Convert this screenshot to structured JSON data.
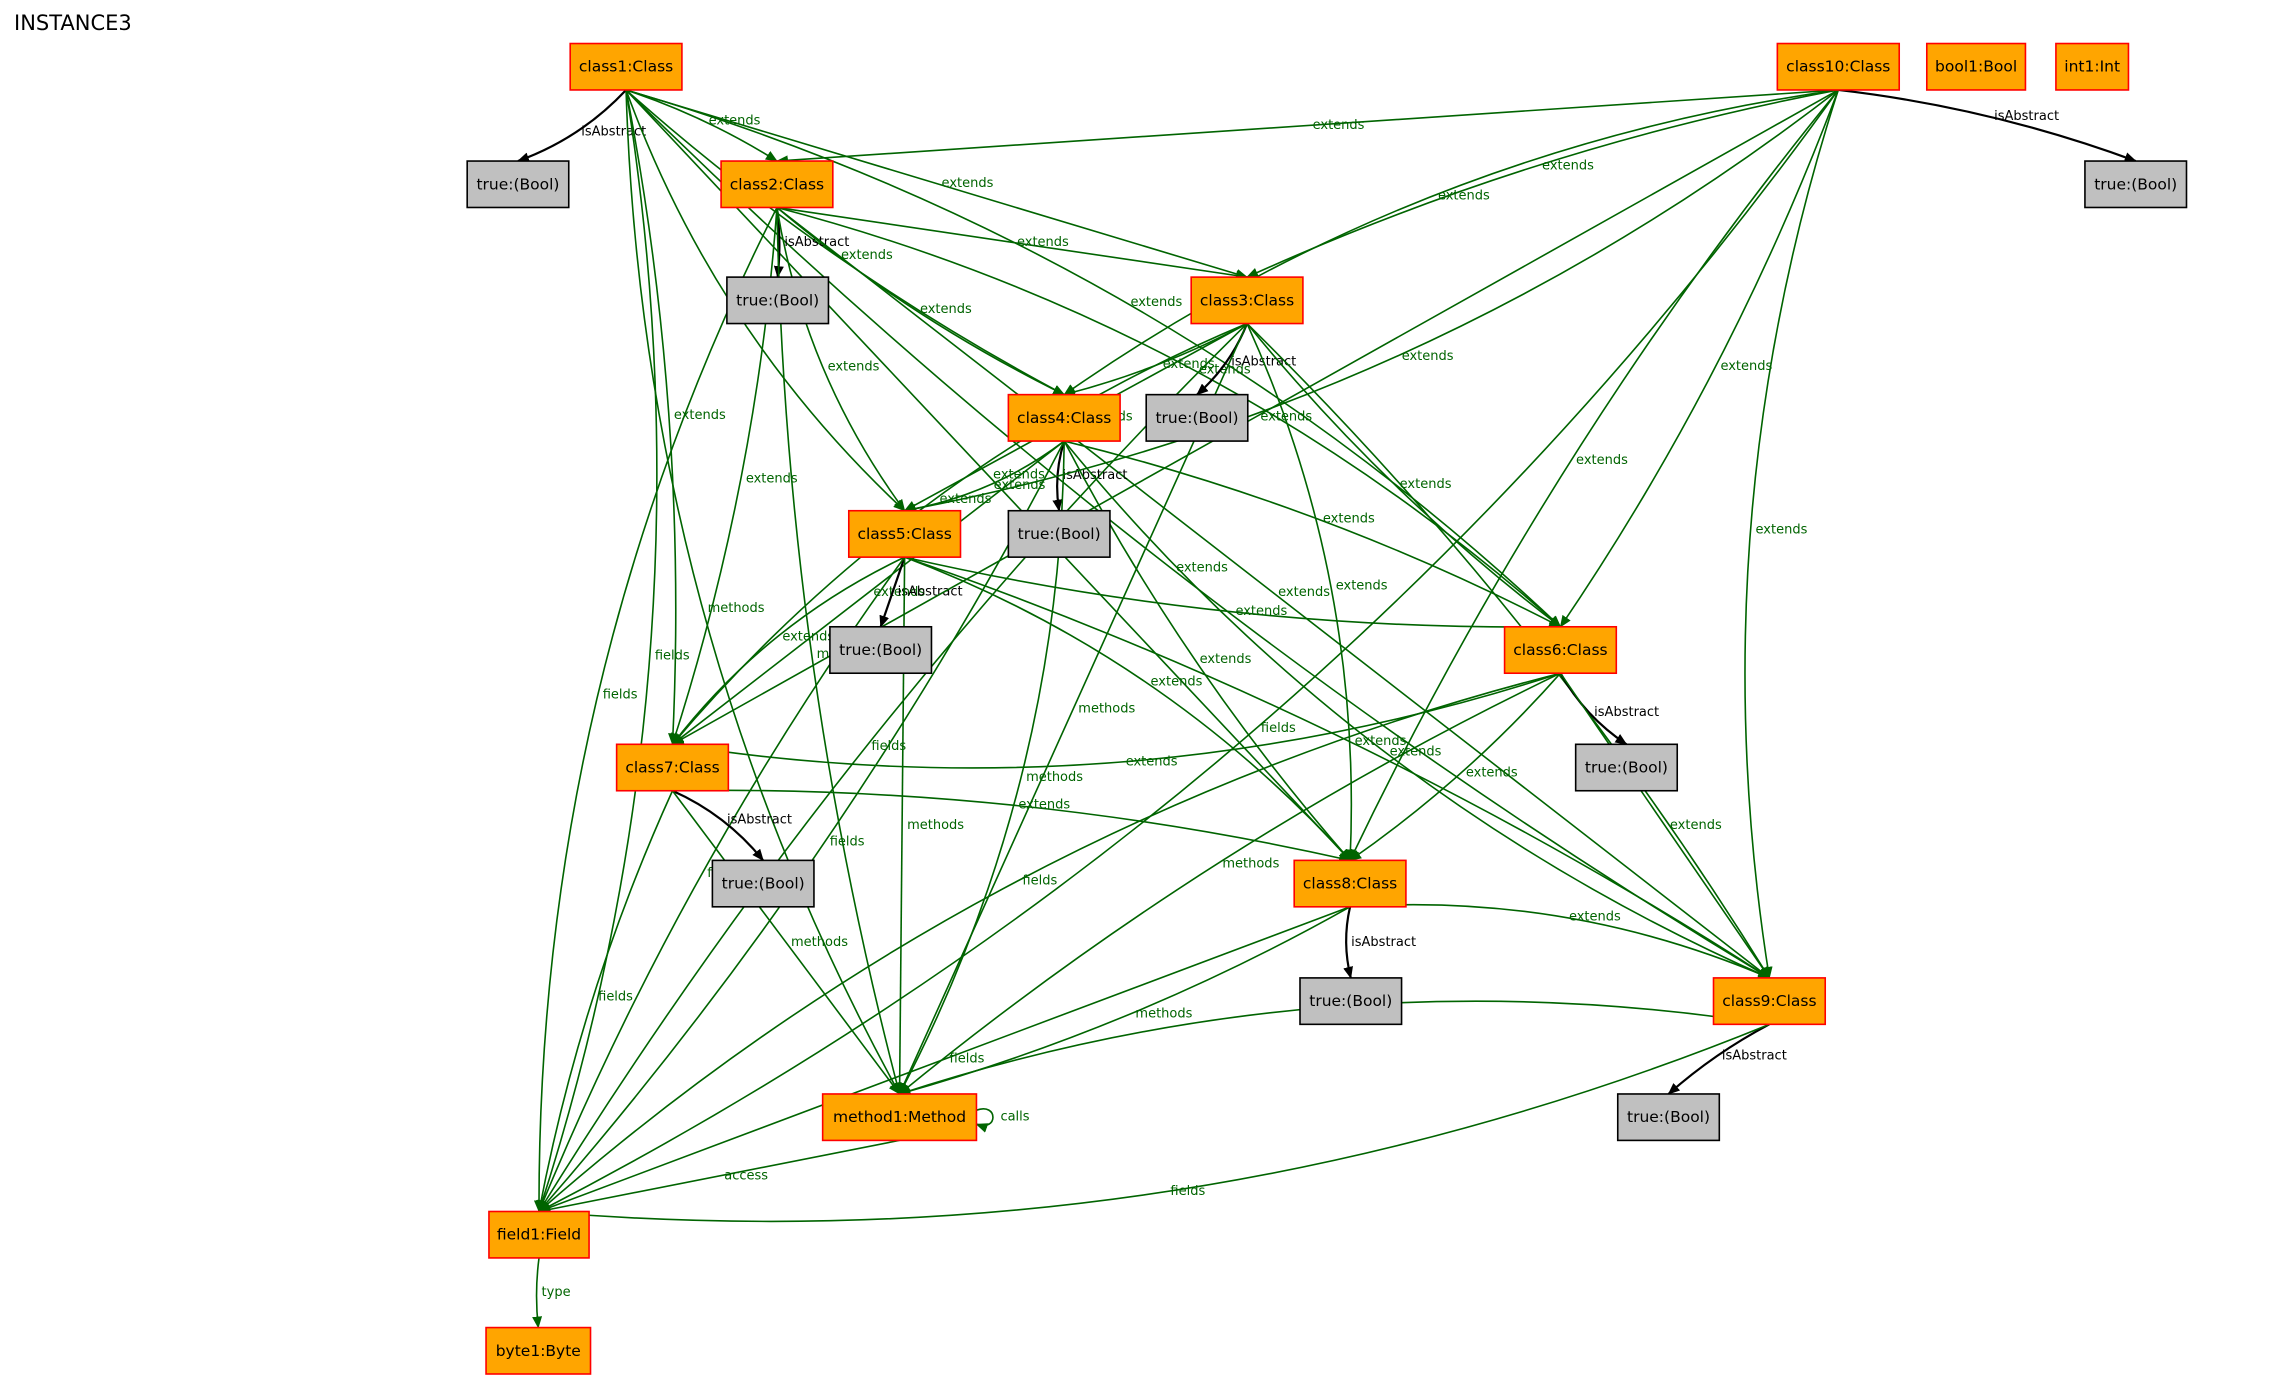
{
  "title": "INSTANCE3",
  "colors": {
    "class_fill": "#ffa500",
    "class_stroke": "#ff0000",
    "value_fill": "#c0c0c0",
    "value_stroke": "#000000",
    "relation_edge": "#006400",
    "attribute_edge": "#000000"
  },
  "nodes": {
    "class1": "class1:Class",
    "class2": "class2:Class",
    "class3": "class3:Class",
    "class4": "class4:Class",
    "class5": "class5:Class",
    "class6": "class6:Class",
    "class7": "class7:Class",
    "class8": "class8:Class",
    "class9": "class9:Class",
    "class10": "class10:Class",
    "bool1": "bool1:Bool",
    "int1": "int1:Int",
    "method1": "method1:Method",
    "field1": "field1:Field",
    "byte1": "byte1:Byte",
    "t1": "true:(Bool)",
    "t2": "true:(Bool)",
    "t3": "true:(Bool)",
    "t4": "true:(Bool)",
    "t5": "true:(Bool)",
    "t6": "true:(Bool)",
    "t7": "true:(Bool)",
    "t8": "true:(Bool)",
    "t9": "true:(Bool)",
    "t10": "true:(Bool)"
  },
  "edges": [
    {
      "from": "class1",
      "to": "t1",
      "label": "isAbstract"
    },
    {
      "from": "class1",
      "to": "class2",
      "label": "extends"
    },
    {
      "from": "class1",
      "to": "class3",
      "label": "extends"
    },
    {
      "from": "class1",
      "to": "class4",
      "label": "extends"
    },
    {
      "from": "class1",
      "to": "class5",
      "label": "extends"
    },
    {
      "from": "class1",
      "to": "class6",
      "label": "extends"
    },
    {
      "from": "class1",
      "to": "class7",
      "label": "extends"
    },
    {
      "from": "class1",
      "to": "class8",
      "label": "extends"
    },
    {
      "from": "class1",
      "to": "class9",
      "label": "extends"
    },
    {
      "from": "class1",
      "to": "method1",
      "label": "methods"
    },
    {
      "from": "class1",
      "to": "field1",
      "label": "fields"
    },
    {
      "from": "class2",
      "to": "t2",
      "label": "isAbstract"
    },
    {
      "from": "class2",
      "to": "class3",
      "label": "extends"
    },
    {
      "from": "class2",
      "to": "class4",
      "label": "extends"
    },
    {
      "from": "class2",
      "to": "class5",
      "label": "extends"
    },
    {
      "from": "class2",
      "to": "class6",
      "label": "extends"
    },
    {
      "from": "class2",
      "to": "class7",
      "label": "extends"
    },
    {
      "from": "class2",
      "to": "class9",
      "label": "extends"
    },
    {
      "from": "class2",
      "to": "method1",
      "label": "methods"
    },
    {
      "from": "class2",
      "to": "field1",
      "label": "fields"
    },
    {
      "from": "class3",
      "to": "t3",
      "label": "isAbstract"
    },
    {
      "from": "class3",
      "to": "class4",
      "label": "extends"
    },
    {
      "from": "class3",
      "to": "class5",
      "label": "extends"
    },
    {
      "from": "class3",
      "to": "class6",
      "label": "extends"
    },
    {
      "from": "class3",
      "to": "class7",
      "label": "extends"
    },
    {
      "from": "class3",
      "to": "class8",
      "label": "extends"
    },
    {
      "from": "class3",
      "to": "class9",
      "label": "extends"
    },
    {
      "from": "class3",
      "to": "method1",
      "label": "methods"
    },
    {
      "from": "class3",
      "to": "field1",
      "label": "fields"
    },
    {
      "from": "class4",
      "to": "t4",
      "label": "isAbstract"
    },
    {
      "from": "class4",
      "to": "class5",
      "label": "extends"
    },
    {
      "from": "class4",
      "to": "class6",
      "label": "extends"
    },
    {
      "from": "class4",
      "to": "class7",
      "label": "extends"
    },
    {
      "from": "class4",
      "to": "class8",
      "label": "extends"
    },
    {
      "from": "class4",
      "to": "class9",
      "label": "extends"
    },
    {
      "from": "class4",
      "to": "method1",
      "label": "methods"
    },
    {
      "from": "class4",
      "to": "field1",
      "label": "fields"
    },
    {
      "from": "class5",
      "to": "t5",
      "label": "isAbstract"
    },
    {
      "from": "class5",
      "to": "class6",
      "label": "extends"
    },
    {
      "from": "class5",
      "to": "class7",
      "label": "extends"
    },
    {
      "from": "class5",
      "to": "class8",
      "label": "extends"
    },
    {
      "from": "class5",
      "to": "class9",
      "label": "extends"
    },
    {
      "from": "class5",
      "to": "method1",
      "label": "methods"
    },
    {
      "from": "class5",
      "to": "field1",
      "label": "fields"
    },
    {
      "from": "class6",
      "to": "t6",
      "label": "isAbstract"
    },
    {
      "from": "class6",
      "to": "class7",
      "label": "extends"
    },
    {
      "from": "class6",
      "to": "class8",
      "label": "extends"
    },
    {
      "from": "class6",
      "to": "class9",
      "label": "extends"
    },
    {
      "from": "class6",
      "to": "method1",
      "label": "methods"
    },
    {
      "from": "class6",
      "to": "field1",
      "label": "fields"
    },
    {
      "from": "class7",
      "to": "t7",
      "label": "isAbstract"
    },
    {
      "from": "class7",
      "to": "class8",
      "label": "extends"
    },
    {
      "from": "class7",
      "to": "method1",
      "label": "methods"
    },
    {
      "from": "class7",
      "to": "field1",
      "label": "fields"
    },
    {
      "from": "class8",
      "to": "t8",
      "label": "isAbstract"
    },
    {
      "from": "class8",
      "to": "class9",
      "label": "extends"
    },
    {
      "from": "class8",
      "to": "method1",
      "label": "methods"
    },
    {
      "from": "class8",
      "to": "field1",
      "label": "fields"
    },
    {
      "from": "class9",
      "to": "t9",
      "label": "isAbstract"
    },
    {
      "from": "class9",
      "to": "method1",
      "label": "methods"
    },
    {
      "from": "class9",
      "to": "field1",
      "label": "fields"
    },
    {
      "from": "class10",
      "to": "t10",
      "label": "isAbstract"
    },
    {
      "from": "class10",
      "to": "class2",
      "label": "extends"
    },
    {
      "from": "class10",
      "to": "class3",
      "label": "extends"
    },
    {
      "from": "class10",
      "to": "class4",
      "label": "extends"
    },
    {
      "from": "class10",
      "to": "class5",
      "label": "extends"
    },
    {
      "from": "class10",
      "to": "class6",
      "label": "extends"
    },
    {
      "from": "class10",
      "to": "class7",
      "label": "extends"
    },
    {
      "from": "class10",
      "to": "class8",
      "label": "extends"
    },
    {
      "from": "class10",
      "to": "class9",
      "label": "extends"
    },
    {
      "from": "class10",
      "to": "field1",
      "label": "fields"
    },
    {
      "from": "method1",
      "to": "method1",
      "label": "calls"
    },
    {
      "from": "method1",
      "to": "field1",
      "label": "access"
    },
    {
      "from": "field1",
      "to": "byte1",
      "label": "type"
    }
  ]
}
